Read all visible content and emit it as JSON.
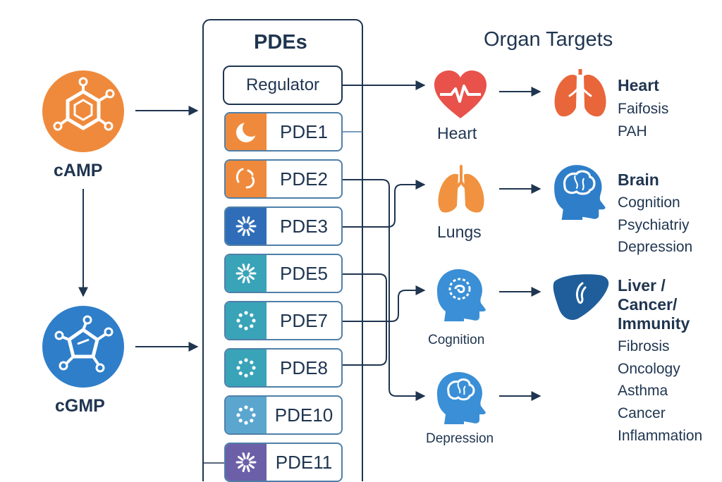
{
  "messengers": {
    "camp": {
      "label": "cAMP",
      "color": "#ef8a3c"
    },
    "cgmp": {
      "label": "cGMP",
      "color": "#2f7ec9"
    }
  },
  "pdes": {
    "title": "PDEs",
    "regulator": "Regulator",
    "items": [
      {
        "label": "PDE1",
        "color": "#ef8a3c",
        "icon": "crescent-icon"
      },
      {
        "label": "PDE2",
        "color": "#ef8a3c",
        "icon": "arcs-icon"
      },
      {
        "label": "PDE3",
        "color": "#2f6db8",
        "icon": "burst-icon"
      },
      {
        "label": "PDE5",
        "color": "#39a3b8",
        "icon": "burst-icon"
      },
      {
        "label": "PDE7",
        "color": "#39a3b8",
        "icon": "dots-icon"
      },
      {
        "label": "PDE8",
        "color": "#39a3b8",
        "icon": "dots-icon"
      },
      {
        "label": "PDE10",
        "color": "#5aa6cf",
        "icon": "dots-icon"
      },
      {
        "label": "PDE11",
        "color": "#6b5fa8",
        "icon": "burst-icon"
      }
    ]
  },
  "middle": {
    "heart": "Heart",
    "lungs": "Lungs",
    "cognition": "Cognition",
    "depression": "Depression"
  },
  "organs": {
    "title": "Organ Targets",
    "heart": {
      "title": "Heart",
      "items": [
        "Faifosis",
        "PAH"
      ]
    },
    "brain": {
      "title": "Brain",
      "items": [
        "Cognition",
        "Psychiatriy",
        "Depression"
      ]
    },
    "liver": {
      "title_lines": [
        "Liver /",
        "Cancer/",
        "Immunity"
      ],
      "items": [
        "Fibrosis",
        "Oncology",
        "Asthma",
        "Cancer",
        "Inflammation"
      ]
    }
  },
  "colors": {
    "line": "#1f3550",
    "heart_red": "#e8524a",
    "lung_orange": "#f0923f",
    "brain_blue": "#2f7ec9",
    "liver_navy": "#1f5e9a",
    "head_blue": "#3a8fd6"
  }
}
